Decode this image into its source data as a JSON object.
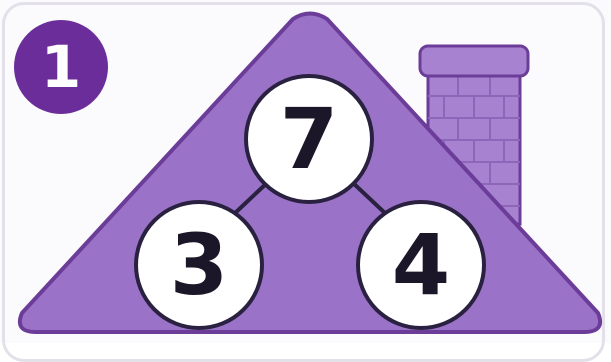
{
  "badge": {
    "number": "1"
  },
  "bond": {
    "whole": "7",
    "parts": [
      "3",
      "4"
    ]
  },
  "colors": {
    "roof_fill": "#9a72c8",
    "roof_edge": "#6b3d99",
    "badge": "#6b2d9a",
    "chimney": "#a782d0"
  }
}
